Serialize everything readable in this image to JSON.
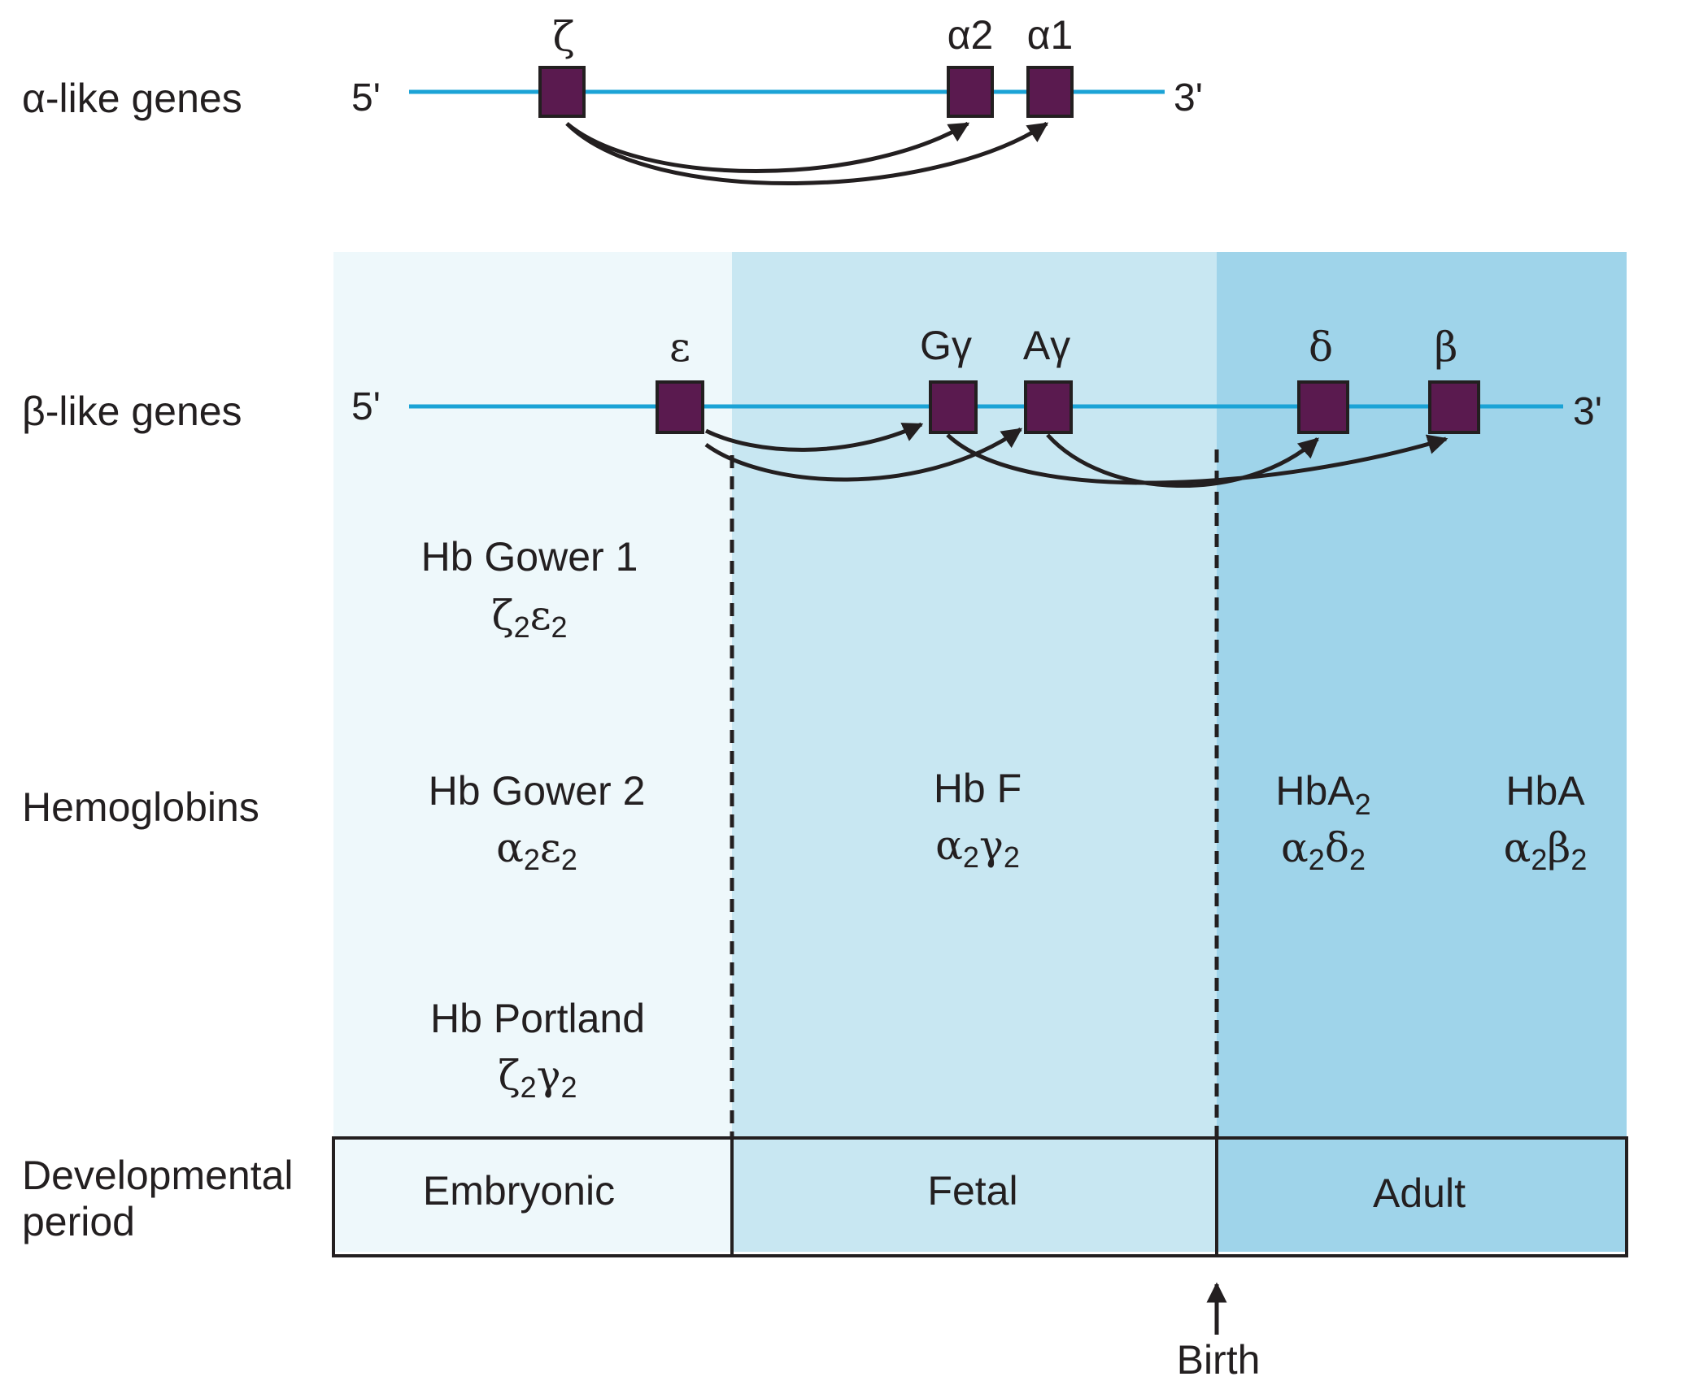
{
  "row_labels": {
    "alpha_genes": "α-like genes",
    "beta_genes": "β-like genes",
    "hemoglobins": "Hemoglobins",
    "developmental_line1": "Developmental",
    "developmental_line2": "period"
  },
  "alpha_locus": {
    "five_prime": "5'",
    "three_prime": "3'",
    "genes": [
      {
        "id": "zeta",
        "label": "ζ"
      },
      {
        "id": "alpha2",
        "label": "α2"
      },
      {
        "id": "alpha1",
        "label": "α1"
      }
    ]
  },
  "beta_locus": {
    "five_prime": "5'",
    "three_prime": "3'",
    "genes": [
      {
        "id": "epsilon",
        "label": "ε"
      },
      {
        "id": "g-gamma",
        "label": "Gγ"
      },
      {
        "id": "a-gamma",
        "label": "Aγ"
      },
      {
        "id": "delta",
        "label": "δ"
      },
      {
        "id": "beta",
        "label": "β"
      }
    ]
  },
  "hemoglobins": {
    "gower1": {
      "name": "Hb Gower 1",
      "c1": "ζ",
      "s1": "2",
      "c2": "ε",
      "s2": "2"
    },
    "gower2": {
      "name": "Hb Gower 2",
      "c1": "α",
      "s1": "2",
      "c2": "ε",
      "s2": "2"
    },
    "portland": {
      "name": "Hb Portland",
      "c1": "ζ",
      "s1": "2",
      "c2": "γ",
      "s2": "2"
    },
    "hbf": {
      "name": "Hb F",
      "c1": "α",
      "s1": "2",
      "c2": "γ",
      "s2": "2"
    },
    "hba2": {
      "name_main": "HbA",
      "name_sub": "2",
      "c1": "α",
      "s1": "2",
      "c2": "δ",
      "s2": "2"
    },
    "hba": {
      "name": "HbA",
      "c1": "α",
      "s1": "2",
      "c2": "β",
      "s2": "2"
    }
  },
  "periods": {
    "embryonic": "Embryonic",
    "fetal": "Fetal",
    "adult": "Adult"
  },
  "birth_label": "Birth",
  "colors": {
    "locus_line": "#1ba3d6",
    "gene_box": "#5a1a4f",
    "embryonic_bg": "#eef8fb",
    "fetal_bg": "#c8e7f2",
    "adult_bg": "#9fd4ea",
    "ink": "#231f20"
  }
}
